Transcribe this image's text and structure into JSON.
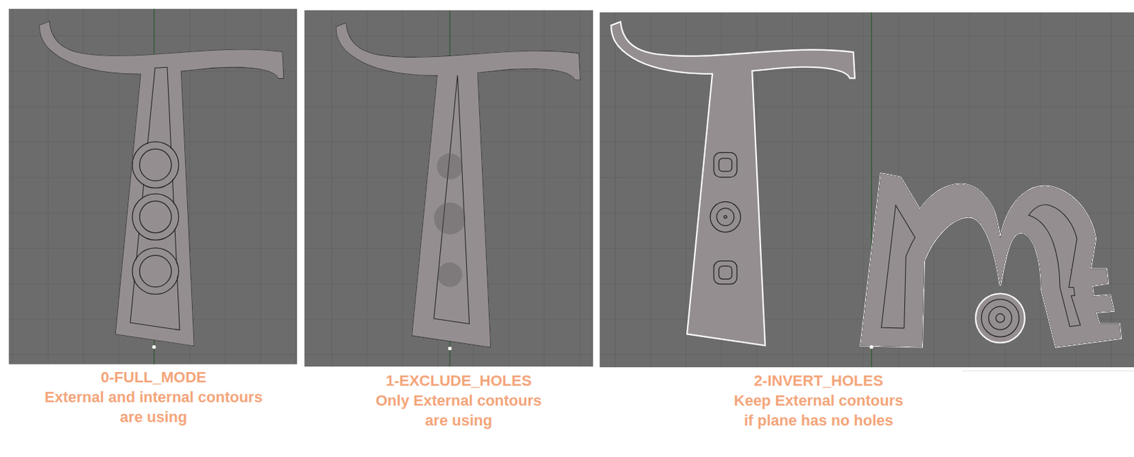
{
  "diagram": {
    "labels": [
      "0-FULL_MODE",
      "External and internal contours are using",
      "1-EXCLUDE_HOLES",
      "Only External contours are using",
      "2-INVERT_HOLES",
      "Keep External contours if plane has no holes"
    ]
  }
}
